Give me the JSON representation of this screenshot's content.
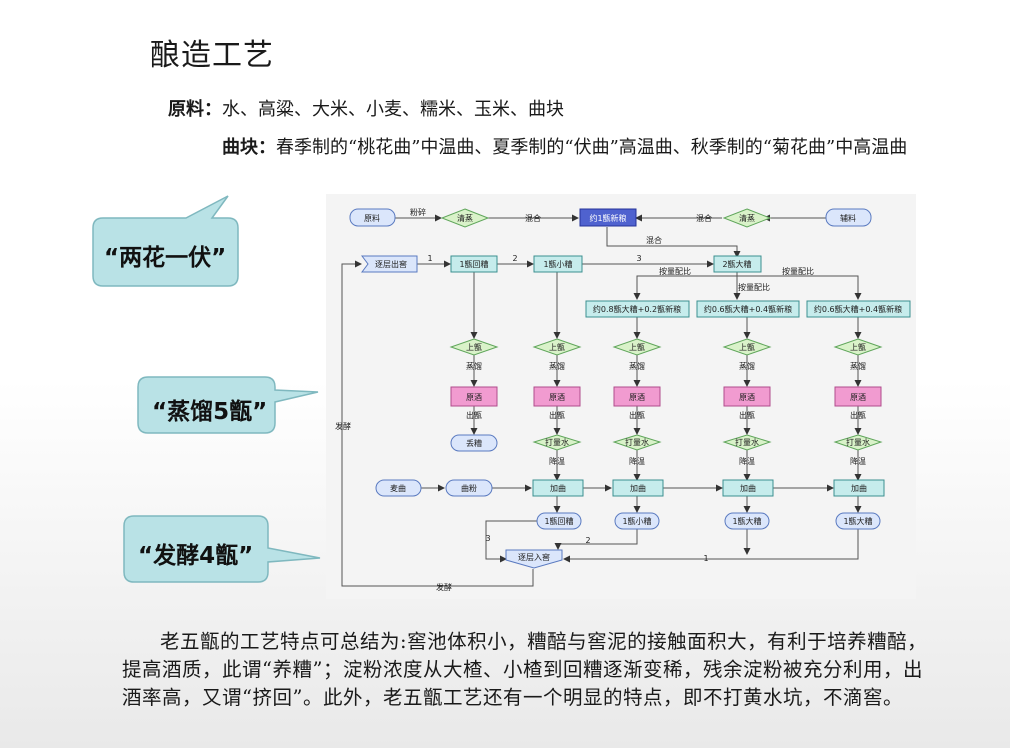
{
  "title": "酿造工艺",
  "raw_materials": {
    "label": "原料：",
    "text": "水、高粱、大米、小麦、糯米、玉米、曲块"
  },
  "qu_block": {
    "label": "曲块：",
    "text": "春季制的“桃花曲”中温曲、夏季制的“伏曲”高温曲、秋季制的“菊花曲”中高温曲"
  },
  "callouts": [
    "“两花一伏”",
    "“蒸馏5甑”",
    "“发酵4甑”"
  ],
  "flow": {
    "raw": "原料",
    "crush": "粉碎",
    "steam": "清蒸",
    "mix": "混合",
    "fresh_grain": "约1甑新粮",
    "aux": "辅料",
    "cellar_out": "逐层出窖",
    "huizao": "1甑回糟",
    "xiaozha": "1甑小糟",
    "dazha": "2甑大糟",
    "ratio": "按量配比",
    "recipe1": "约0.8甑大糟+0.2甑新粮",
    "recipe2": "约0.6甑大糟+0.4甑新粮",
    "recipe3": "约0.6甑大糟+0.4甑新粮",
    "load": "上甑",
    "distill": "蒸馏",
    "liquor": "原酒",
    "unload": "出甑",
    "discard": "丢糟",
    "water": "打量水",
    "cool": "降温",
    "add_qu": "加曲",
    "maiqu": "麦曲",
    "qufen": "曲粉",
    "out_huizao": "1甑回糟",
    "out_xiaozha": "1甑小糟",
    "out_dazha1": "1甑大糟",
    "out_dazha2": "1甑大糟",
    "cellar_in": "逐层入窖",
    "ferment": "发酵",
    "n1": "1",
    "n2": "2",
    "n3": "3"
  },
  "paragraph": "老五甑的工艺特点可总结为:窖池体积小，糟醅与窖泥的接触面积大，有利于培养糟醅，提高酒质，此谓“养糟”；淀粉浓度从大楂、小楂到回糟逐渐变稀，残余淀粉被充分利用，出酒率高，又谓“挤回”。此外，老五甑工艺还有一个明显的特点，即不打黄水坑，不滴窖。",
  "colors": {
    "callout_fill": "#b9e2e6",
    "callout_stroke": "#7fb8bf",
    "teal": "#c6ecec",
    "pink": "#f19bd0",
    "blue": "#4f62cf",
    "diamond": "#d9f2c9",
    "pill": "#dbe6fb"
  }
}
